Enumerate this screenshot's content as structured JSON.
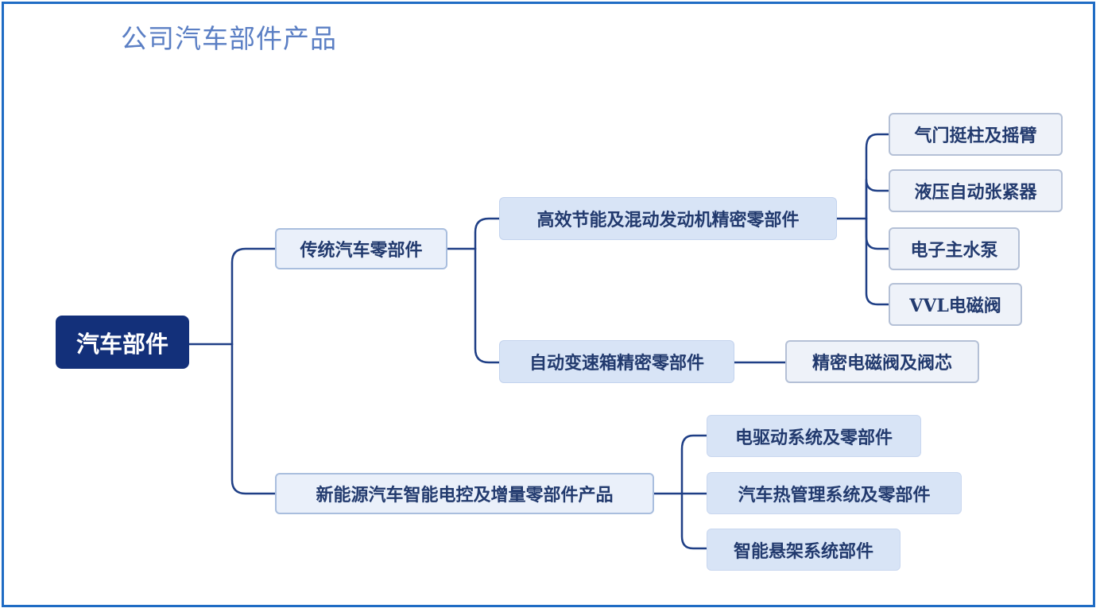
{
  "title": "公司汽车部件产品",
  "root": "汽车部件",
  "l1": [
    "传统汽车零部件",
    "新能源汽车智能电控及增量零部件产品"
  ],
  "l2": [
    "高效节能及混动发动机精密零部件",
    "自动变速箱精密零部件"
  ],
  "engine_parts": [
    "气门挺柱及摇臂",
    "液压自动张紧器",
    "电子主水泵",
    "VVL电磁阀"
  ],
  "gearbox_parts": [
    "精密电磁阀及阀芯"
  ],
  "nev_parts": [
    "电驱动系统及零部件",
    "汽车热管理系统及零部件",
    "智能悬架系统部件"
  ],
  "colors": {
    "frame": "#1f6cc4",
    "root_bg": "#13307a",
    "line": "#1f3f86",
    "text": "#223a6e",
    "title": "#5b7fc4"
  }
}
